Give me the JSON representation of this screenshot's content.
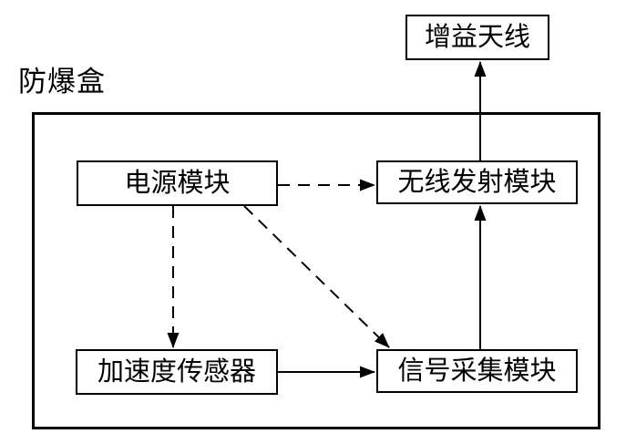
{
  "container_label": "防爆盒",
  "nodes": {
    "gain_antenna": {
      "label": "增益天线"
    },
    "power_module": {
      "label": "电源模块"
    },
    "wireless_tx_module": {
      "label": "无线发射模块"
    },
    "accelerometer_sensor": {
      "label": "加速度传感器"
    },
    "signal_acquisition_module": {
      "label": "信号采集模块"
    }
  },
  "edges": [
    {
      "from": "无线发射模块",
      "to": "增益天线",
      "line": "solid"
    },
    {
      "from": "电源模块",
      "to": "无线发射模块",
      "line": "dashed"
    },
    {
      "from": "电源模块",
      "to": "加速度传感器",
      "line": "dashed"
    },
    {
      "from": "电源模块",
      "to": "信号采集模块",
      "line": "dashed"
    },
    {
      "from": "加速度传感器",
      "to": "信号采集模块",
      "line": "solid"
    },
    {
      "from": "信号采集模块",
      "to": "无线发射模块",
      "line": "solid"
    }
  ],
  "colors": {
    "background": "#ffffff",
    "line": "#000000",
    "box_border": "#000000",
    "text": "#000000"
  }
}
